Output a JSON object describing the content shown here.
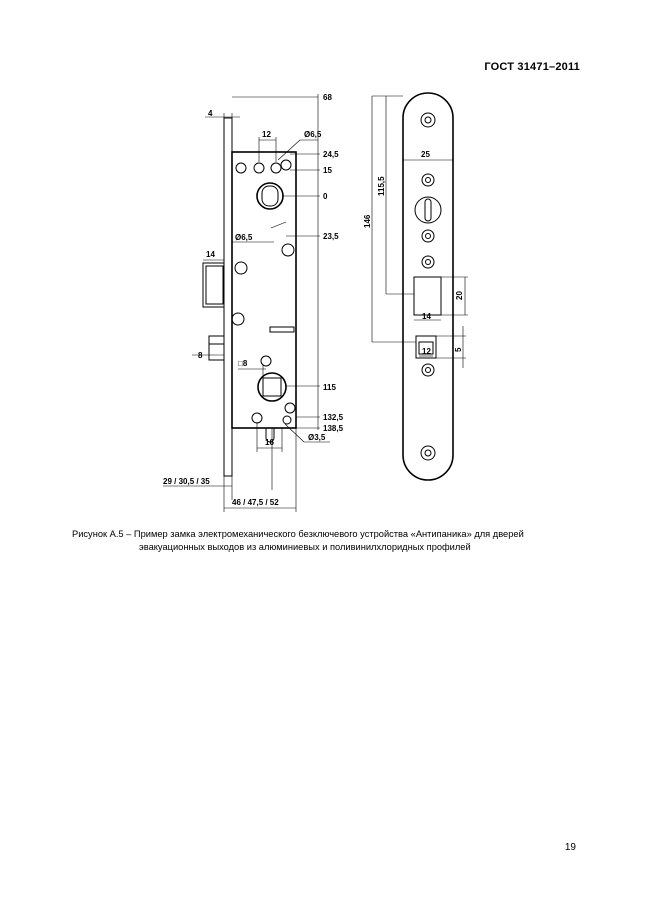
{
  "header": {
    "standard": "ГОСТ 31471–2011"
  },
  "figure": {
    "lock_body_dims": {
      "d_top": "68",
      "d_4": "4",
      "d_12": "12",
      "d_phi65_top": "Ø6,5",
      "d_245": "24,5",
      "d_15": "15",
      "d_0": "0",
      "d_phi65": "Ø6,5",
      "d_235": "23,5",
      "d_14": "14",
      "d_8": "8",
      "d_sq8": "□8",
      "d_115": "115",
      "d_1325": "132,5",
      "d_1385": "138,5",
      "d_phi35": "Ø3,5",
      "d_16": "16",
      "d_backset": "29 / 30,5 / 35",
      "d_width": "46 / 47,5 / 52"
    },
    "strike_plate_dims": {
      "d_146": "146",
      "d_1155": "115,5",
      "d_25": "25",
      "d_20": "20",
      "d_14": "14",
      "d_12": "12",
      "d_5": "5"
    }
  },
  "caption": {
    "line1": "Рисунок А.5 – Пример замка электромеханического безключевого устройства «Антипаника» для дверей",
    "line2": "эвакуационных выходов из алюминиевых и поливинилхлоридных профилей"
  },
  "page_number": "19"
}
